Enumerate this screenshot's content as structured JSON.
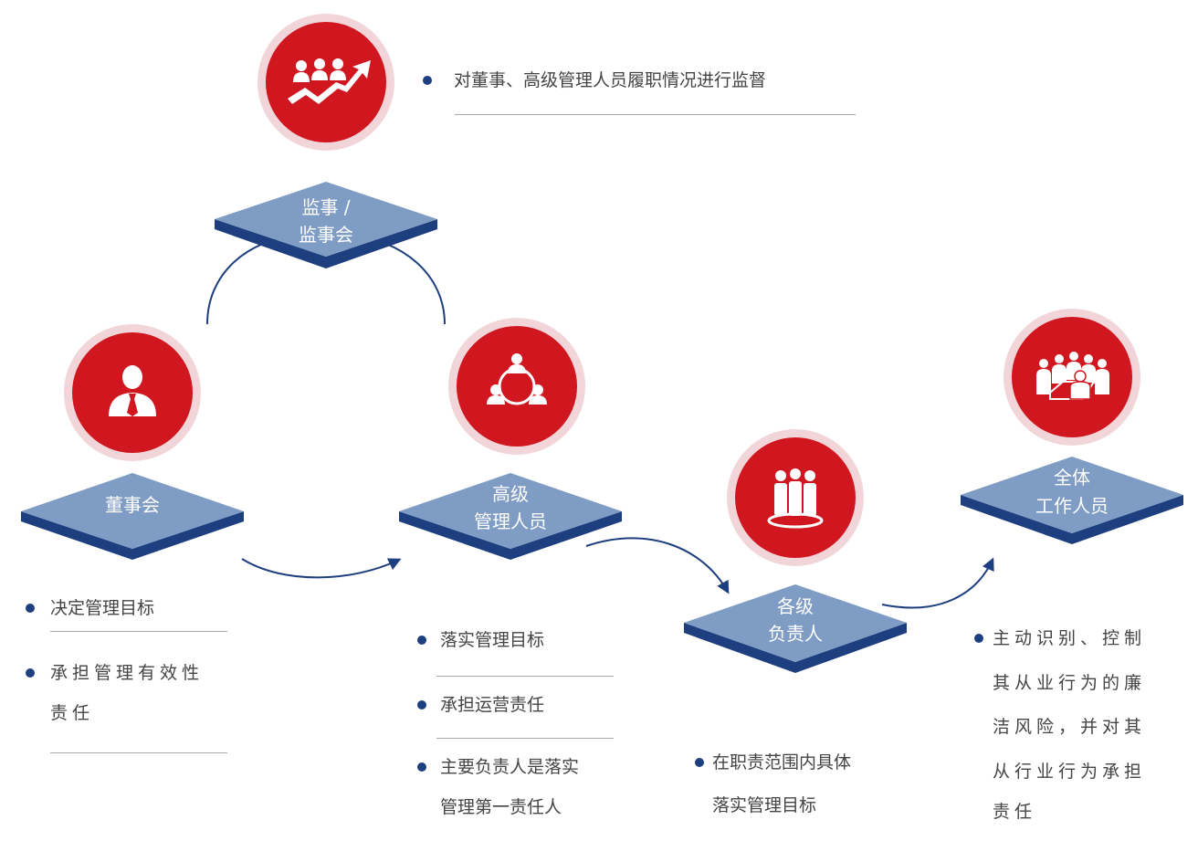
{
  "colors": {
    "accent_red": "#d0161f",
    "halo_pink": "#f2d5d8",
    "diamond_top": "#7f9cc4",
    "diamond_edge": "#1e3f7f",
    "arrow": "#1e3f7f",
    "dot": "#1e3f7f",
    "text": "#444444"
  },
  "nodes": {
    "supervisors": {
      "icon": "rising-team-chart-icon",
      "line1": "监事 /",
      "line2": "监事会",
      "bullets": [
        "对董事、高级管理人员履职情况进行监督"
      ]
    },
    "board": {
      "icon": "executive-person-icon",
      "line1": "董事会",
      "bullets": [
        "决定管理目标",
        "承担管理有效性",
        "责任"
      ]
    },
    "senior": {
      "icon": "team-network-icon",
      "line1": "高级",
      "line2": "管理人员",
      "bullets": [
        "落实管理目标",
        "承担运营责任",
        "主要负责人是落实",
        "管理第一责任人"
      ]
    },
    "managers": {
      "icon": "group-people-icon",
      "line1": "各级",
      "line2": "负责人",
      "bullets": [
        "在职责范围内具体",
        "落实管理目标"
      ]
    },
    "staff": {
      "icon": "meeting-team-icon",
      "line1": "全体",
      "line2": "工作人员",
      "bullets": [
        "主动识别、控制",
        "其从业行为的廉",
        "洁风险，并对其",
        "从行业行为承担",
        "责任"
      ]
    }
  }
}
